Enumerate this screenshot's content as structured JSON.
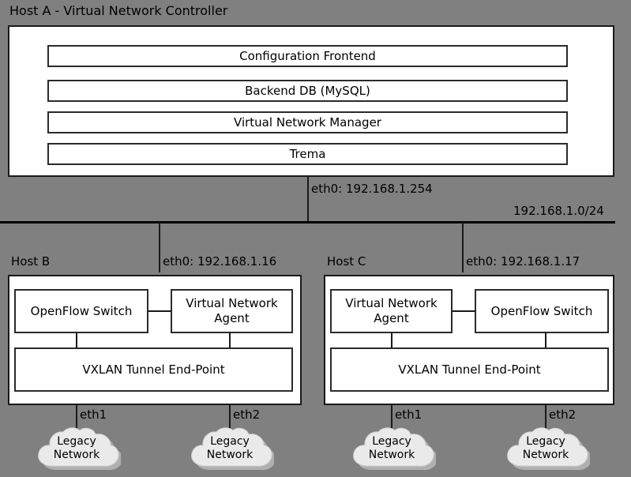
{
  "diagram": {
    "background_color": "#808080",
    "box_fill": "#ffffff",
    "line_color": "#000000",
    "cloud_fill": "#e8e8e8"
  },
  "host_a": {
    "title": "Host A - Virtual Network Controller",
    "layers": [
      "Configuration Frontend",
      "Backend DB (MySQL)",
      "Virtual Network Manager",
      "Trema"
    ],
    "interface_label": "eth0: 192.168.1.254"
  },
  "network": {
    "subnet_label": "192.168.1.0/24"
  },
  "host_b": {
    "title": "Host B",
    "interface_label": "eth0: 192.168.1.16",
    "components": {
      "left": "OpenFlow Switch",
      "right": "Virtual Network Agent",
      "bottom": "VXLAN Tunnel End-Point"
    },
    "ports": [
      "eth1",
      "eth2"
    ],
    "clouds": [
      {
        "line1": "Legacy",
        "line2": "Network"
      },
      {
        "line1": "Legacy",
        "line2": "Network"
      }
    ]
  },
  "host_c": {
    "title": "Host C",
    "interface_label": "eth0: 192.168.1.17",
    "components": {
      "left": "Virtual Network Agent",
      "right": "OpenFlow Switch",
      "bottom": "VXLAN Tunnel End-Point"
    },
    "ports": [
      "eth1",
      "eth2"
    ],
    "clouds": [
      {
        "line1": "Legacy",
        "line2": "Network"
      },
      {
        "line1": "Legacy",
        "line2": "Network"
      }
    ]
  }
}
